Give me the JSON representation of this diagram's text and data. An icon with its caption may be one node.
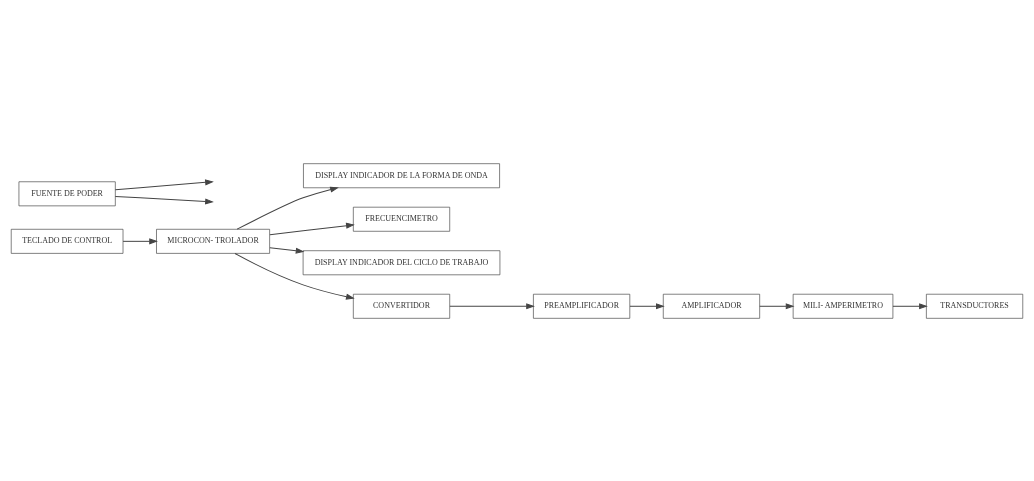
{
  "diagram": {
    "nodes": [
      {
        "text": [
          "DISPLAY INDICADOR DE LA FORMA DE ONDA"
        ]
      },
      {
        "text": [
          "FRECUENCIMETRO"
        ]
      },
      {
        "text": [
          "DISPLAY INDICADOR DEL CICLO DE TRABAJO"
        ]
      },
      {
        "text": [
          "MICROCON- TROLADOR"
        ]
      },
      {
        "text": [
          "CONVERTIDOR"
        ]
      },
      {
        "text": [
          "PREAMPLIFICADOR"
        ]
      },
      {
        "text": [
          "AMPLIFICADOR"
        ]
      },
      {
        "text": [
          "TECLADO DE CONTROL"
        ]
      },
      {
        "text": [
          "FUENTE DE PODER"
        ]
      },
      {
        "text": [
          "MILI- AMPERIMETRO"
        ]
      },
      {
        "text": [
          "TRANSDUCTORES"
        ]
      }
    ],
    "edges": [
      {
        "from": 3,
        "to": 0,
        "arrow": "to"
      },
      {
        "from": 7,
        "to": 3,
        "arrow": "to"
      },
      {
        "from": 3,
        "to": 4,
        "arrow": "to"
      },
      {
        "from": 3,
        "to": 1,
        "arrow": "to"
      },
      {
        "from": 3,
        "to": 2,
        "arrow": "to"
      },
      {
        "from": 4,
        "to": 5,
        "arrow": "to"
      },
      {
        "from": 5,
        "to": 6,
        "arrow": "to"
      },
      {
        "from": 6,
        "to": 9,
        "arrow": "to"
      },
      {
        "from": 9,
        "to": 10,
        "arrow": "to"
      },
      {
        "from": 8,
        "to": null,
        "arrow": "to"
      },
      {
        "from": 8,
        "to": null,
        "arrow": "to"
      }
    ]
  }
}
